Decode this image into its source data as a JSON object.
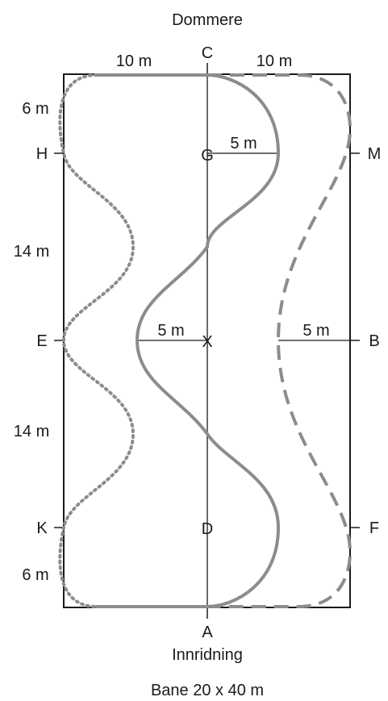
{
  "title_top": "Dommere",
  "arena_label": "Bane 20 x 40 m",
  "entrance_label": "Innridning",
  "letters": {
    "top": "C",
    "bottom": "A",
    "left_upper": "H",
    "left_middle": "E",
    "left_lower": "K",
    "right_upper": "M",
    "right_middle": "B",
    "right_lower": "F",
    "center_upper": "G",
    "center": "X",
    "center_lower": "D"
  },
  "measurements": {
    "top_left_width": "10 m",
    "top_right_width": "10 m",
    "left_top_segment": "6 m",
    "left_upper_segment": "14 m",
    "left_lower_segment": "14 m",
    "left_bottom_segment": "6 m",
    "serpentine_offset_upper": "5 m",
    "serpentine_offset_center": "5 m",
    "dashed_offset_right": "5 m"
  },
  "colors": {
    "outline": "#1a1a1a",
    "path": "#8c8c8c"
  }
}
